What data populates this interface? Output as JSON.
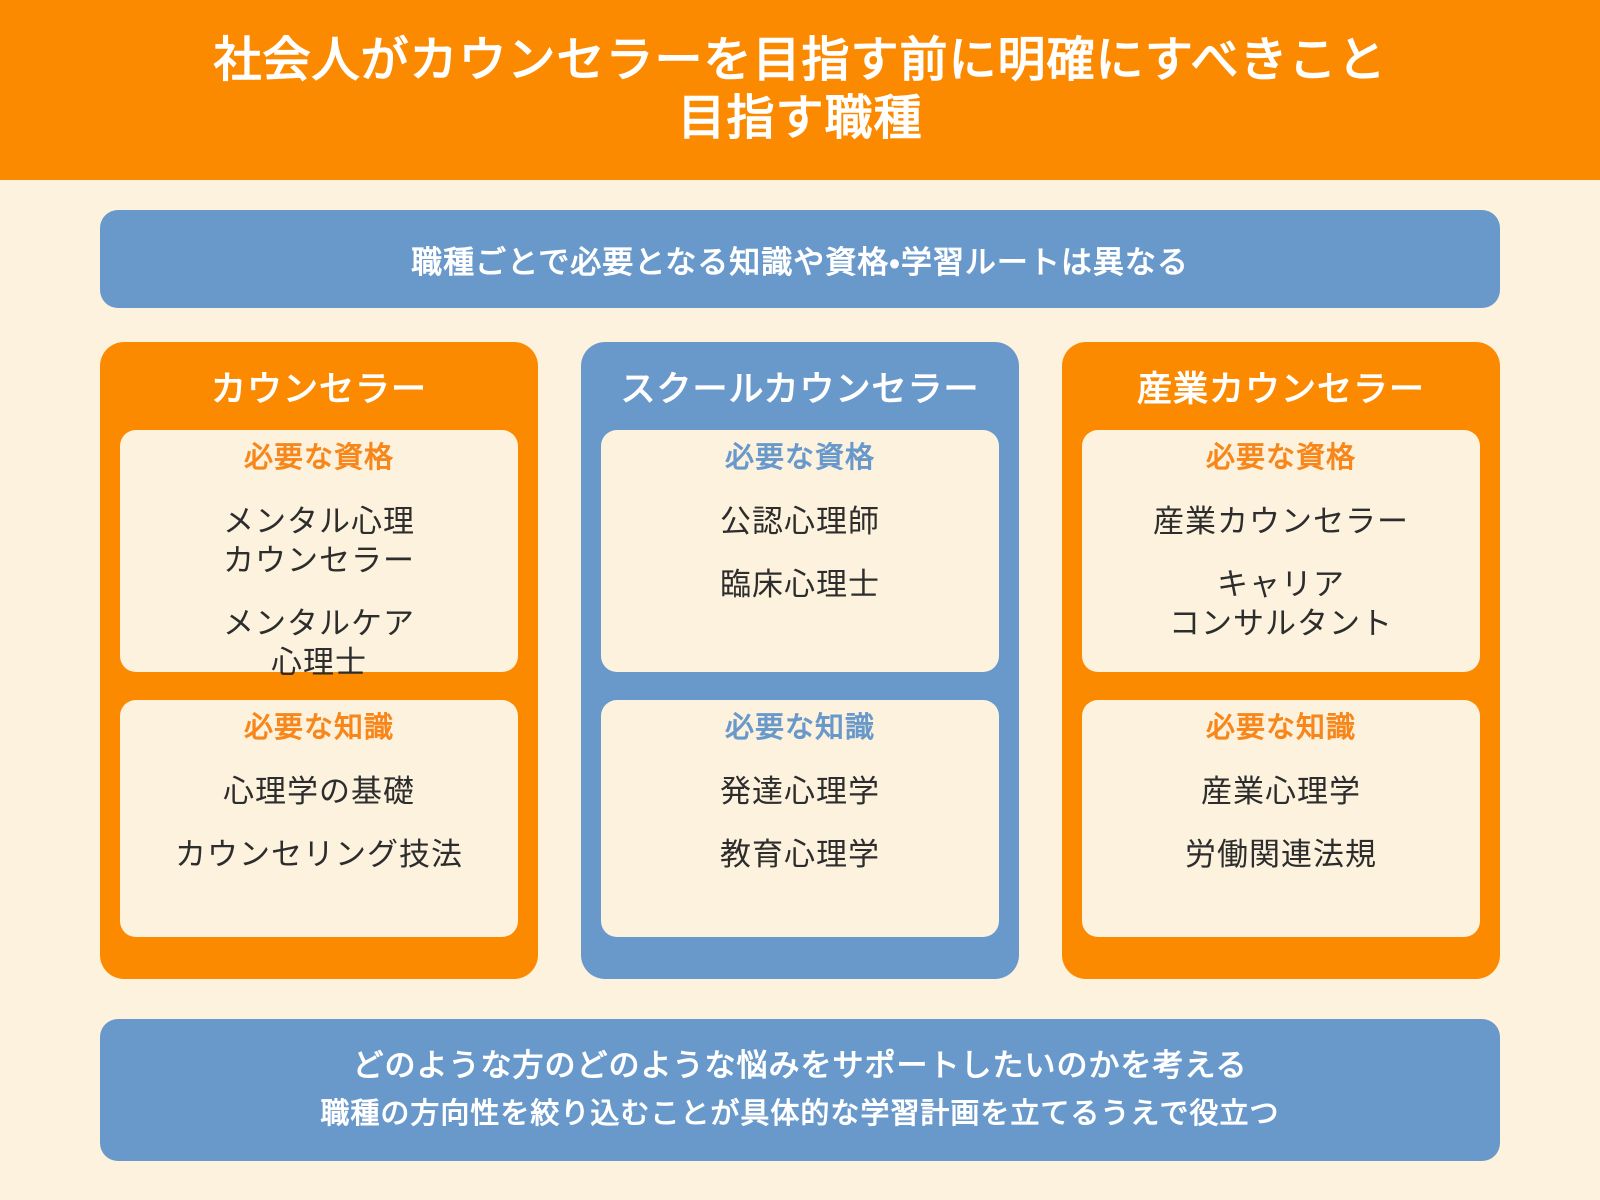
{
  "palette": {
    "orange": "#FB8A00",
    "blue": "#6999CB",
    "cream": "#FDF2DE",
    "heading_orange": "#F8871B",
    "body_text": "#2D2D2D",
    "banner_text": "#FFFFFF"
  },
  "header": {
    "title_line1": "社会人がカウンセラーを目指す前に明確にすべきこと",
    "title_line2": "目指す職種"
  },
  "top_banner": {
    "text": "職種ごとで必要となる知識や資格・学習ルートは異なる"
  },
  "columns": [
    {
      "theme": "orange",
      "title": "カウンセラー",
      "sections": [
        {
          "heading": "必要な資格",
          "items": [
            [
              "メンタル心理",
              "カウンセラー"
            ],
            [
              "メンタルケア",
              "心理士"
            ]
          ]
        },
        {
          "heading": "必要な知識",
          "items": [
            [
              "心理学の基礎"
            ],
            [
              "カウンセリング技法"
            ]
          ]
        }
      ]
    },
    {
      "theme": "blue",
      "title": "スクールカウンセラー",
      "sections": [
        {
          "heading": "必要な資格",
          "items": [
            [
              "公認心理師"
            ],
            [
              "臨床心理士"
            ]
          ]
        },
        {
          "heading": "必要な知識",
          "items": [
            [
              "発達心理学"
            ],
            [
              "教育心理学"
            ]
          ]
        }
      ]
    },
    {
      "theme": "orange",
      "title": "産業カウンセラー",
      "sections": [
        {
          "heading": "必要な資格",
          "items": [
            [
              "産業カウンセラー"
            ],
            [
              "キャリア",
              "コンサルタント"
            ]
          ]
        },
        {
          "heading": "必要な知識",
          "items": [
            [
              "産業心理学"
            ],
            [
              "労働関連法規"
            ]
          ]
        }
      ]
    }
  ],
  "bottom_banner": {
    "line1": "どのような方のどのような悩みをサポートしたいのかを考える",
    "line2": "職種の方向性を絞り込むことが具体的な学習計画を立てるうえで役立つ"
  }
}
